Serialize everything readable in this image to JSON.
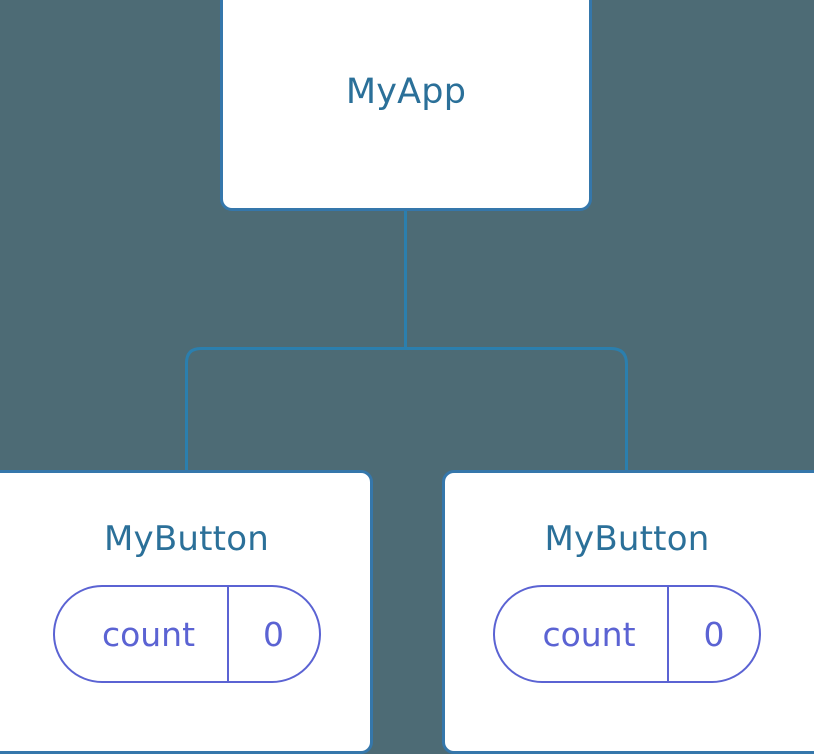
{
  "diagram": {
    "title": "component-tree",
    "background_color": "#4d6b75",
    "node_border_color": "#3577ab",
    "node_title_color": "#2b7099",
    "state_color": "#5b63d3",
    "connector_color": "#2b7fae"
  },
  "root": {
    "label": "MyApp"
  },
  "children": [
    {
      "label": "MyButton",
      "state": {
        "key": "count",
        "value": "0"
      }
    },
    {
      "label": "MyButton",
      "state": {
        "key": "count",
        "value": "0"
      }
    }
  ]
}
